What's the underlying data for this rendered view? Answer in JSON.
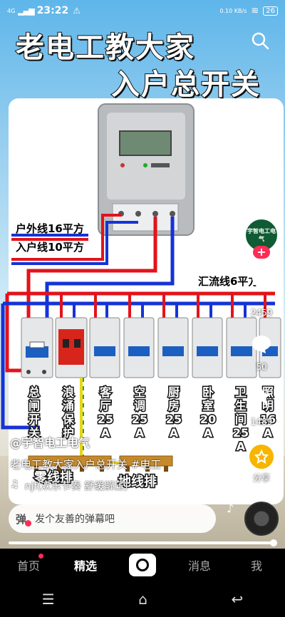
{
  "status": {
    "signal": "4G",
    "time": "23:22",
    "speed": "0.10 KB/s",
    "battery": "26"
  },
  "title": {
    "line1": "老电工教大家",
    "line2": "入户总开关"
  },
  "diagram": {
    "outdoor_line": "户外线16平方",
    "entry_line": "入户线10平方",
    "bus_line": "汇流线6平方",
    "neutral_bar": "零线排",
    "ground_bar": "地线排",
    "breakers": [
      {
        "label": "总闸开关"
      },
      {
        "label": "浪涌保护"
      },
      {
        "label": "客厅25A"
      },
      {
        "label": "空调25A"
      },
      {
        "label": "厨房25A"
      },
      {
        "label": "卧室20A"
      },
      {
        "label": "卫生间25A"
      },
      {
        "label": "照明16A"
      }
    ],
    "colors": {
      "live": "#e3121b",
      "neutral": "#1533d6",
      "ground": "#e9d51a",
      "green": "#2aa63a"
    }
  },
  "side": {
    "avatar_text": "宇智电工电气",
    "follow": "+",
    "likes": "2459",
    "comments": "50",
    "favorites": "1489",
    "share": "分享"
  },
  "author": "@宇智电工电气",
  "caption": "老电工教大家入户总开关 #电工",
  "music": "njf(欢乐节奏 舒缓解压)",
  "danmaku": {
    "icon": "弹",
    "placeholder": "发个友善的弹幕吧"
  },
  "nav": {
    "home": "首页",
    "featured": "精选",
    "messages": "消息",
    "me": "我"
  },
  "sysnav": {
    "menu": "☰",
    "home": "⌂",
    "back": "↩"
  }
}
